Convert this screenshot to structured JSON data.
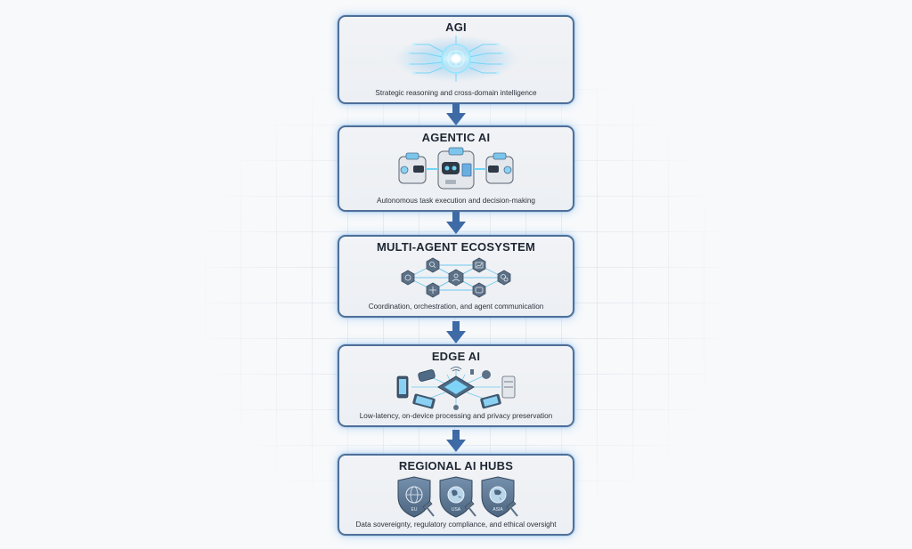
{
  "diagram": {
    "type": "vertical-flow",
    "stages": [
      {
        "title": "AGI",
        "icon": "glowing-brain-circuit-icon",
        "description": "Strategic reasoning and cross-domain intelligence"
      },
      {
        "title": "AGENTIC AI",
        "icon": "robot-cubes-icon",
        "description": "Autonomous task execution and decision-making"
      },
      {
        "title": "MULTI-AGENT ECOSYSTEM",
        "icon": "hexagon-agent-network-icon",
        "description": "Coordination, orchestration, and agent communication"
      },
      {
        "title": "EDGE AI",
        "icon": "edge-devices-chip-icon",
        "description": "Low-latency, on-device processing and privacy preservation"
      },
      {
        "title": "REGIONAL AI HUBS",
        "icon": "regional-shields-icon",
        "description": "Data sovereignty, regulatory compliance, and ethical oversight",
        "shields": [
          "EU",
          "USA",
          "ASIA"
        ]
      }
    ],
    "colors": {
      "box_border": "#4e6f98",
      "box_fill": "#eef0f4",
      "glow": "#56a0e6",
      "arrow": "#3e6aa6",
      "title_text": "#1f2733",
      "accent_cyan": "#5fd0f5"
    }
  }
}
